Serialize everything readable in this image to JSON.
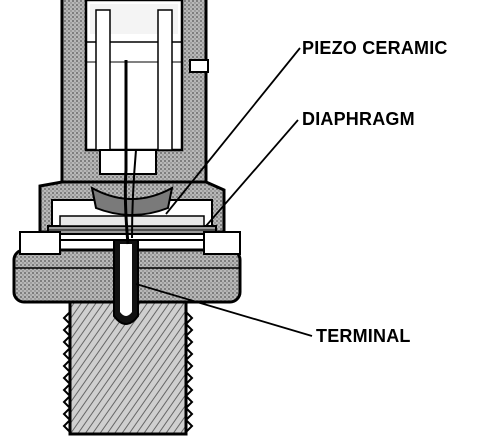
{
  "labels": {
    "piezo": "PIEZO CERAMIC",
    "diaphragm": "DIAPHRAGM",
    "terminal": "TERMINAL"
  },
  "colors": {
    "ink": "#000000",
    "hatch": "#8a8a8a",
    "light": "#d4d4d4",
    "background": "#ffffff"
  }
}
